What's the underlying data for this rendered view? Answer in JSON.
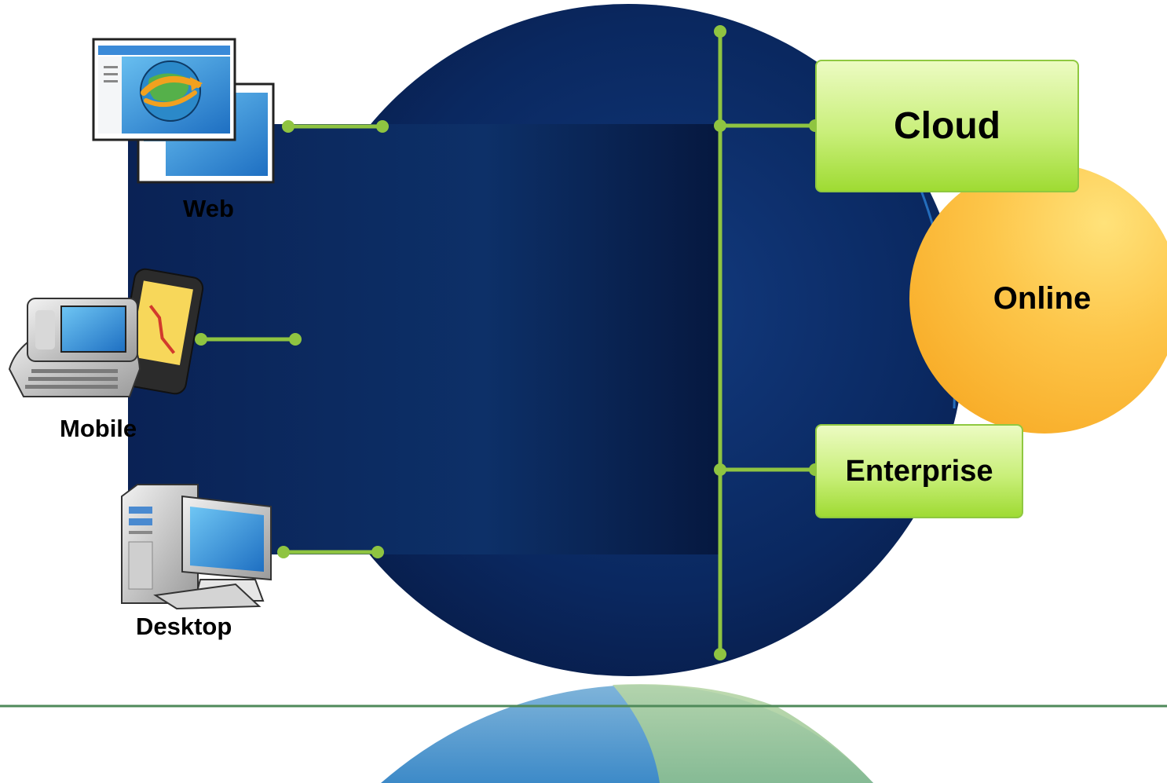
{
  "devices": {
    "web": {
      "label": "Web",
      "icon": "web-browser-icon"
    },
    "mobile": {
      "label": "Mobile",
      "icon": "mobile-devices-icon"
    },
    "desktop": {
      "label": "Desktop",
      "icon": "desktop-computer-icon"
    }
  },
  "services": {
    "cloud": {
      "label": "Cloud"
    },
    "online": {
      "label": "Online"
    },
    "enterprise": {
      "label": "Enterprise"
    }
  },
  "colors": {
    "globe": "#0a2a6a",
    "connector": "#8fc441",
    "box_green": "#c9ef7a",
    "online_orange": "#f7a51f",
    "separator": "#4f8a5a"
  }
}
